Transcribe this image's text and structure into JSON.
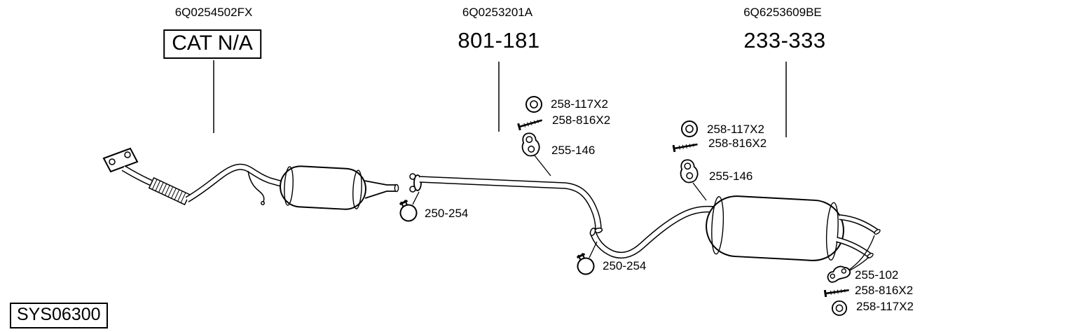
{
  "groups": [
    {
      "code": "6Q0254502FX",
      "label": "CAT N/A"
    },
    {
      "code": "6Q0253201A",
      "label": "801-181"
    },
    {
      "code": "6Q6253609BE",
      "label": "233-333"
    }
  ],
  "callouts": [
    {
      "part": "258-117X2",
      "icon": "gasket-ring"
    },
    {
      "part": "258-816X2",
      "icon": "bolt"
    },
    {
      "part": "255-146",
      "icon": "rubber-hanger"
    },
    {
      "part": "250-254",
      "icon": "clamp"
    },
    {
      "part": "258-117X2",
      "icon": "gasket-ring"
    },
    {
      "part": "258-816X2",
      "icon": "bolt"
    },
    {
      "part": "255-146",
      "icon": "rubber-hanger"
    },
    {
      "part": "250-254",
      "icon": "clamp"
    },
    {
      "part": "255-102",
      "icon": "hanger-bracket"
    },
    {
      "part": "258-816X2",
      "icon": "bolt"
    },
    {
      "part": "258-117X2",
      "icon": "gasket-ring"
    }
  ],
  "system_code": "SYS06300",
  "colors": {
    "ink": "#000000",
    "paper": "#ffffff"
  }
}
